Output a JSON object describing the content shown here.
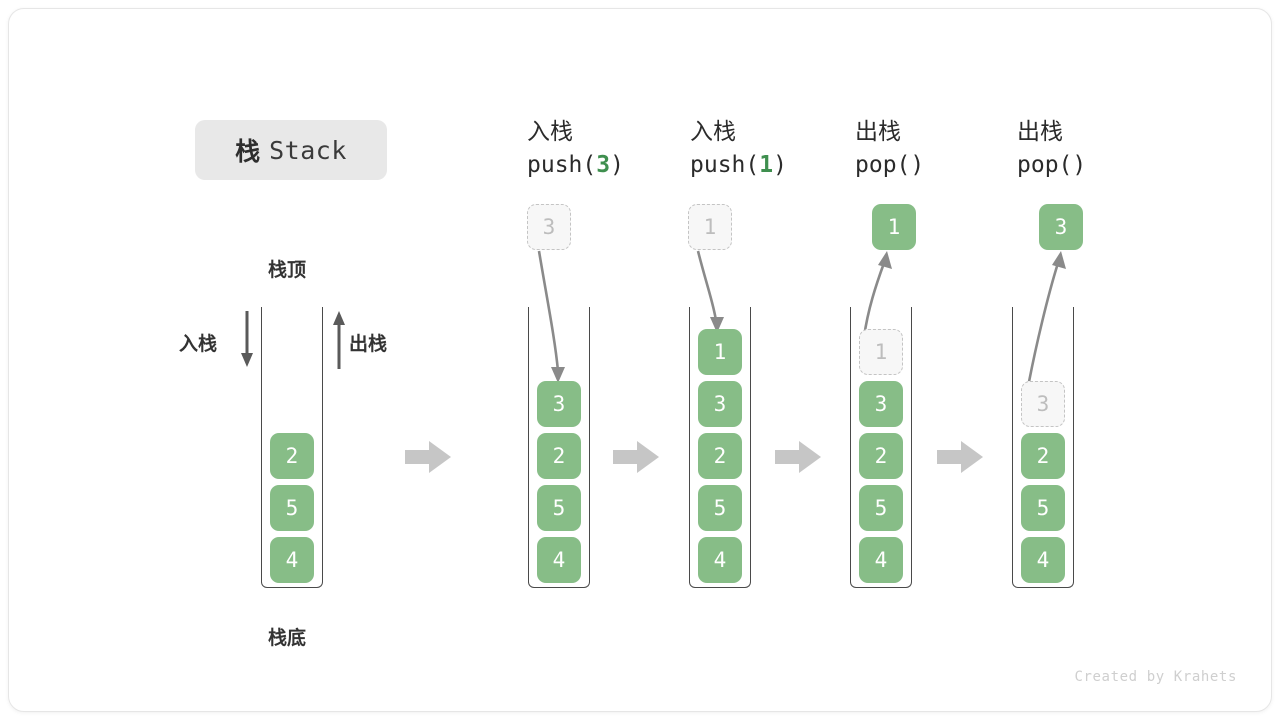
{
  "card": {
    "title_cn": "栈",
    "title_en": "Stack"
  },
  "watermark": "Created by Krahets",
  "legend": {
    "top_label": "栈顶",
    "bottom_label": "栈底",
    "push_label": "入栈",
    "pop_label": "出栈"
  },
  "colors": {
    "cell_fill": "#87bd87",
    "cell_text": "#ffffff",
    "ghost_fill": "#f7f7f7",
    "ghost_border": "#c4c4c4",
    "ghost_text": "#bdbdbd",
    "container_border": "#4a4a4a",
    "accent_green": "#3f8f4f",
    "step_arrow": "#c6c6c6",
    "title_chip_bg": "#e8e8e8"
  },
  "columns": [
    {
      "id": "initial",
      "header_cn": "",
      "header_code_prefix": "",
      "header_code_arg": "",
      "header_code_suffix": "",
      "stack": [
        "2",
        "5",
        "4"
      ],
      "ghost_in_stack": null,
      "floating": null
    },
    {
      "id": "push-3",
      "header_cn": "入栈",
      "header_code_prefix": "push(",
      "header_code_arg": "3",
      "header_code_suffix": ")",
      "stack": [
        "3",
        "2",
        "5",
        "4"
      ],
      "ghost_in_stack": null,
      "floating": {
        "value": "3",
        "style": "ghost",
        "direction": "down"
      }
    },
    {
      "id": "push-1",
      "header_cn": "入栈",
      "header_code_prefix": "push(",
      "header_code_arg": "1",
      "header_code_suffix": ")",
      "stack": [
        "1",
        "3",
        "2",
        "5",
        "4"
      ],
      "ghost_in_stack": null,
      "floating": {
        "value": "1",
        "style": "ghost",
        "direction": "down"
      }
    },
    {
      "id": "pop-1",
      "header_cn": "出栈",
      "header_code_prefix": "pop(",
      "header_code_arg": "",
      "header_code_suffix": ")",
      "stack": [
        "3",
        "2",
        "5",
        "4"
      ],
      "ghost_in_stack": {
        "value": "1",
        "slot": 0
      },
      "floating": {
        "value": "1",
        "style": "filled",
        "direction": "up"
      }
    },
    {
      "id": "pop-3",
      "header_cn": "出栈",
      "header_code_prefix": "pop(",
      "header_code_arg": "",
      "header_code_suffix": ")",
      "stack": [
        "2",
        "5",
        "4"
      ],
      "ghost_in_stack": {
        "value": "3",
        "slot": 0
      },
      "floating": {
        "value": "3",
        "style": "filled",
        "direction": "up"
      }
    }
  ],
  "step_arrows": 4
}
